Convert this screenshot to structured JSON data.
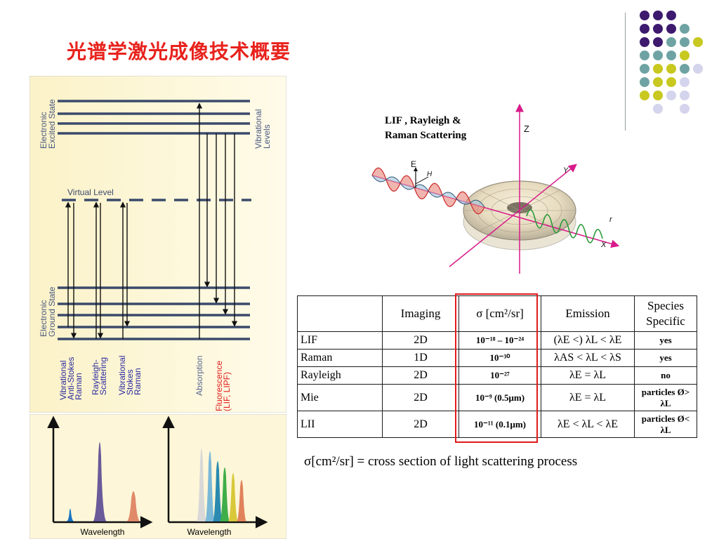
{
  "title": "光谱学激光成像技术概要",
  "energy_diagram": {
    "excited_state": [
      "Electronic",
      "Excited State"
    ],
    "vibrational_levels": [
      "Vibrational",
      "Levels"
    ],
    "virtual_level": "Virtual Level",
    "ground_state": [
      "Electronic",
      "Ground State"
    ],
    "process_labels": [
      [
        "Vibrational",
        "Anti-Stokes",
        "Raman"
      ],
      [
        "Rayleigh-",
        "Scattering"
      ],
      [
        "Vibrational",
        "Stokes",
        "Raman"
      ],
      [
        "Absorption"
      ],
      [
        "Fluorescence",
        "(LIF, LIPF)"
      ]
    ]
  },
  "spectra": {
    "left_xlabel": "Wavelength",
    "right_xlabel": "Wavelength"
  },
  "scatter_figure": {
    "label_line1": "LIF , Rayleigh &",
    "label_line2": "Raman Scattering",
    "axis_z": "Z",
    "axis_y": "Y",
    "axis_x": "X",
    "axis_r": "r",
    "field_e": "E",
    "field_h": "H"
  },
  "table": {
    "headers": [
      "",
      "Imaging",
      "σ [cm²/sr]",
      "Emission",
      "Species Specific"
    ],
    "rows": [
      {
        "name": "LIF",
        "imaging": "2D",
        "sigma": "10⁻¹⁸ – 10⁻²⁴",
        "emission": "(λE <) λL < λE",
        "species": "yes"
      },
      {
        "name": "Raman",
        "imaging": "1D",
        "sigma": "10⁻³⁰",
        "emission": "λAS < λL < λS",
        "species": "yes"
      },
      {
        "name": "Rayleigh",
        "imaging": "2D",
        "sigma": "10⁻²⁷",
        "emission": "λE = λL",
        "species": "no"
      },
      {
        "name": "Mie",
        "imaging": "2D",
        "sigma": "10⁻⁹ (0.5μm)",
        "emission": "λE = λL",
        "species": "particles Ø> λL"
      },
      {
        "name": "LII",
        "imaging": "2D",
        "sigma": "10⁻¹¹ (0.1μm)",
        "emission": "λE < λL < λE",
        "species": "particles Ø< λL"
      }
    ]
  },
  "caption": "σ[cm²/sr] = cross section of light scattering process",
  "colors": {
    "title": "#e8221c",
    "level_lines": "#3b4a6b",
    "panel_bg": "#fdf6d8",
    "dot_purple": "#3d1a6e",
    "dot_teal": "#6fa3a3",
    "dot_yellow": "#c8c820",
    "dot_lavender": "#d4d4ec",
    "redbox": "#e01b1b"
  }
}
